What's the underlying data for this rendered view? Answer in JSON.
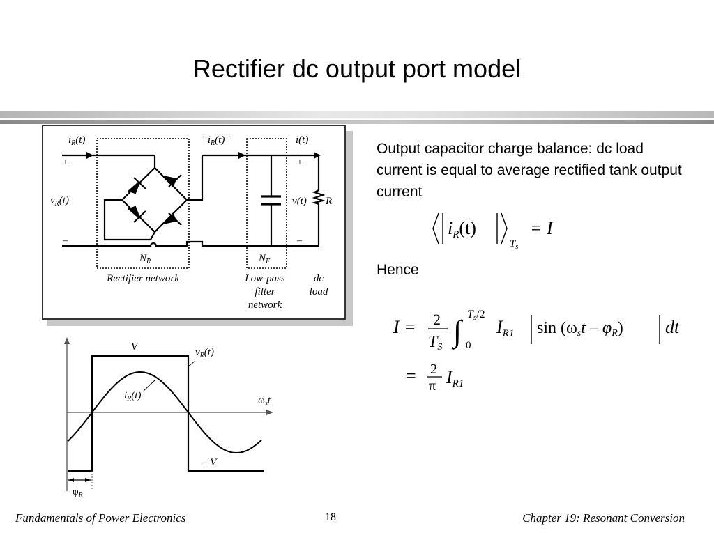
{
  "slide": {
    "title": "Rectifier dc output port model",
    "page_number": "18",
    "footer_left": "Fundamentals of Power Electronics",
    "footer_right": "Chapter 19:  Resonant Conversion"
  },
  "circuit": {
    "input_current": "i",
    "input_current_sub": "R",
    "input_voltage": "v",
    "input_voltage_sub": "R",
    "rectified_current": "i",
    "rectified_current_sub": "R",
    "output_current": "i(t)",
    "output_voltage": "v(t)",
    "load": "R",
    "plus": "+",
    "minus": "–",
    "time_arg": "(t)",
    "rectifier_block": "N",
    "rectifier_block_sub": "R",
    "filter_block": "N",
    "filter_block_sub": "F",
    "rectifier_label": "Rectifier network",
    "filter_label_lines": [
      "Low-pass",
      "filter",
      "network"
    ],
    "load_label_lines": [
      "dc",
      "load"
    ]
  },
  "waveform": {
    "voltage_high": "V",
    "voltage_low": "– V",
    "voltage_label": "v",
    "voltage_label_sub": "R",
    "current_label": "i",
    "current_label_sub": "R",
    "time_arg": "(t)",
    "x_axis_label": "ω",
    "x_axis_label_sub": "s",
    "x_axis_label_tail": "t",
    "phase_label": "φ",
    "phase_label_sub": "R"
  },
  "text": {
    "explanation": "Output capacitor charge balance: dc load current is equal to average rectified tank output current",
    "hence": "Hence"
  },
  "equations": {
    "eq1": {
      "lhs": "i",
      "lhs_sub": "R",
      "arg": "(t)",
      "period_sub": "T",
      "period_sub_sub": "s",
      "rhs": "= I"
    },
    "eq2": {
      "lhs": "I =",
      "frac_num": "2",
      "frac_den": "T",
      "frac_den_sub": "S",
      "int_upper": "T",
      "int_upper_sub": "s",
      "int_upper_tail": "/2",
      "int_lower": "0",
      "amp": "I",
      "amp_sub": "R1",
      "sin": "sin (ω",
      "omega_sub": "s",
      "sin_tail": "t – φ",
      "phi_sub": "R",
      "close": ")",
      "dt": "dt"
    },
    "eq3": {
      "eq": "=",
      "frac_num": "2",
      "frac_den": "π",
      "amp": "I",
      "amp_sub": "R1"
    }
  }
}
